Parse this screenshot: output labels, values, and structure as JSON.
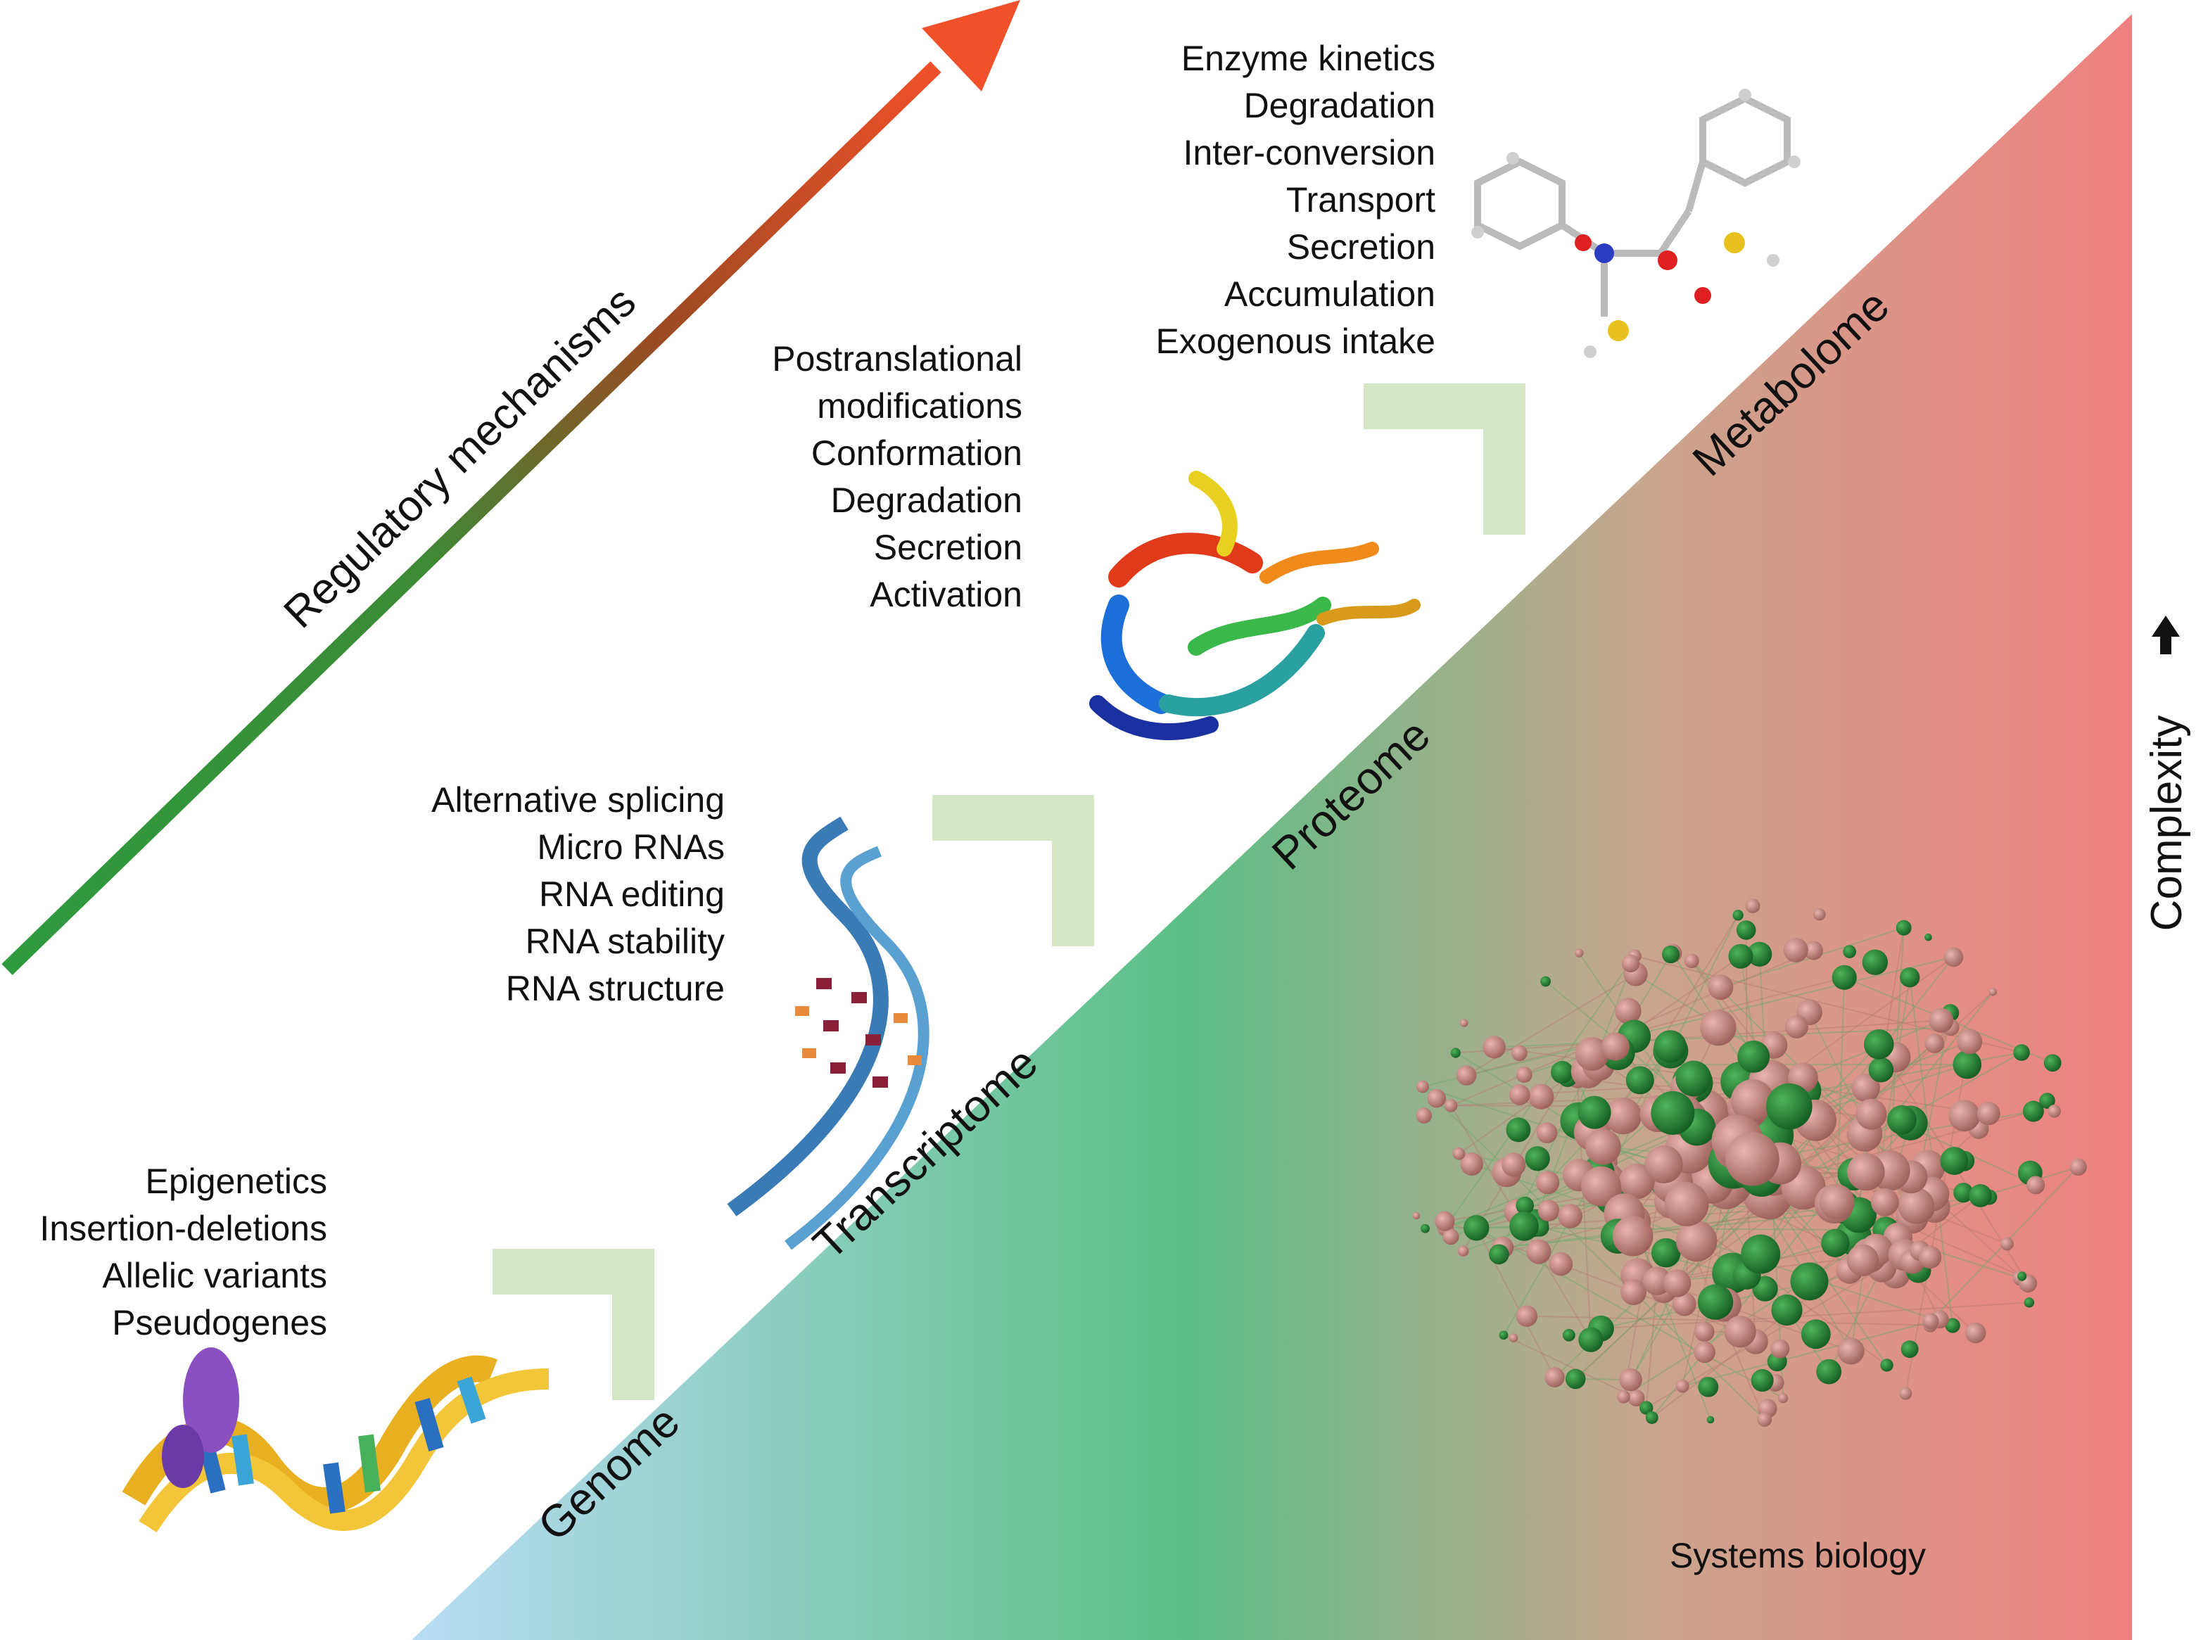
{
  "title_arrow": "Regulatory mechanisms",
  "complexity_label": "Complexity",
  "systems_biology_label": "Systems biology",
  "layers": [
    "Genome",
    "Transcriptome",
    "Proteome",
    "Metabolome"
  ],
  "mechanisms": {
    "genome": [
      "Epigenetics",
      "Insertion-deletions",
      "Allelic variants",
      "Pseudogenes"
    ],
    "transcriptome": [
      "Alternative splicing",
      "Micro RNAs",
      "RNA editing",
      "RNA stability",
      "RNA structure"
    ],
    "proteome": [
      "Postranslational",
      "modifications",
      "Conformation",
      "Degradation",
      "Secretion",
      "Activation"
    ],
    "metabolome": [
      "Enzyme kinetics",
      "Degradation",
      "Inter-conversion",
      "Transport",
      "Secretion",
      "Accumulation",
      "Exogenous intake"
    ]
  },
  "colors": {
    "gradient_start": "#b9dcf5",
    "gradient_mid": "#5cbf86",
    "gradient_end": "#f08080",
    "arrow_start": "#2e9b3e",
    "arrow_end": "#f0502a",
    "chevron": "#d4e6c6"
  }
}
